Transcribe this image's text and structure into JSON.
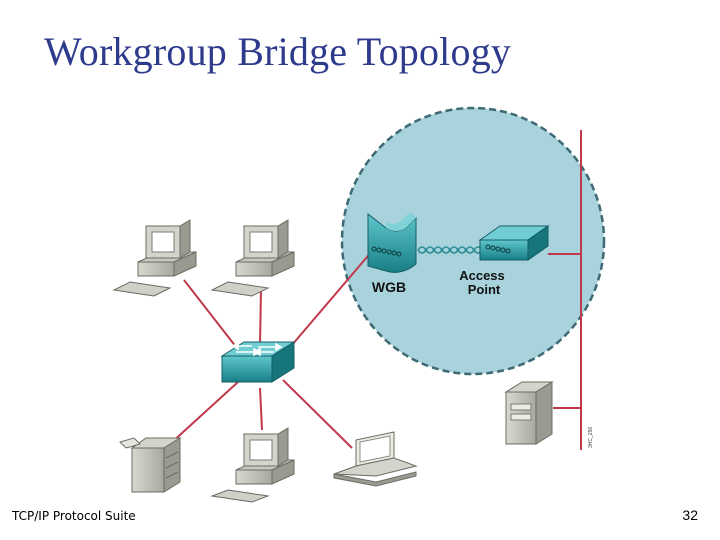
{
  "slide": {
    "title": "Workgroup Bridge Topology",
    "footer_left": "TCP/IP Protocol Suite",
    "page_number": "32"
  },
  "diagram": {
    "wgb_label": "WGB",
    "ap_label_line1": "Access",
    "ap_label_line2": "Point",
    "figure_code": "3HC_256"
  },
  "colors": {
    "title": "#2e3a8c",
    "coverage_area": "#a9d3dc",
    "link": "#c0394b",
    "device_teal": "#1f9aa3"
  }
}
